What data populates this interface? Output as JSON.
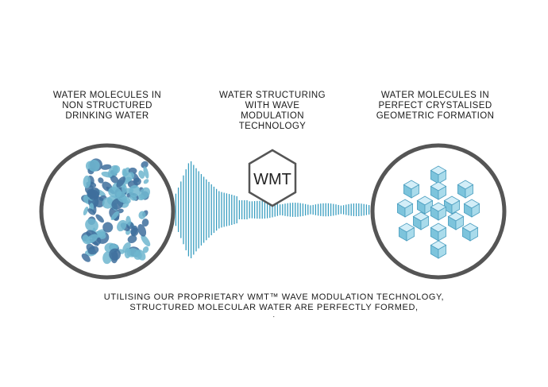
{
  "labels": {
    "left": "WATER MOLECULES IN\nNON STRUCTURED\nDRINKING WATER",
    "middle": "WATER STRUCTURING\nWITH WAVE\nMODULATION\nTECHNOLOGY",
    "right": "WATER MOLECULES IN\nPERFECT CRYSTALISED\nGEOMETRIC FORMATION"
  },
  "badge": "WMT",
  "footer": {
    "line1": "UTILISING OUR PROPRIETARY WMT™ WAVE MODULATION TECHNOLOGY,",
    "line2": "STRUCTURED MOLECULAR WATER ARE PERFECTLY FORMED,",
    "line3": "."
  },
  "colors": {
    "circle_stroke": "#555555",
    "wave": "#3a9ec0",
    "blob_dark": "#3e6f9c",
    "blob_light": "#6fb6cf",
    "crystal_top": "#d3eef8",
    "crystal_side": "#7dc4dc",
    "crystal_edge": "#4d9fc0"
  }
}
